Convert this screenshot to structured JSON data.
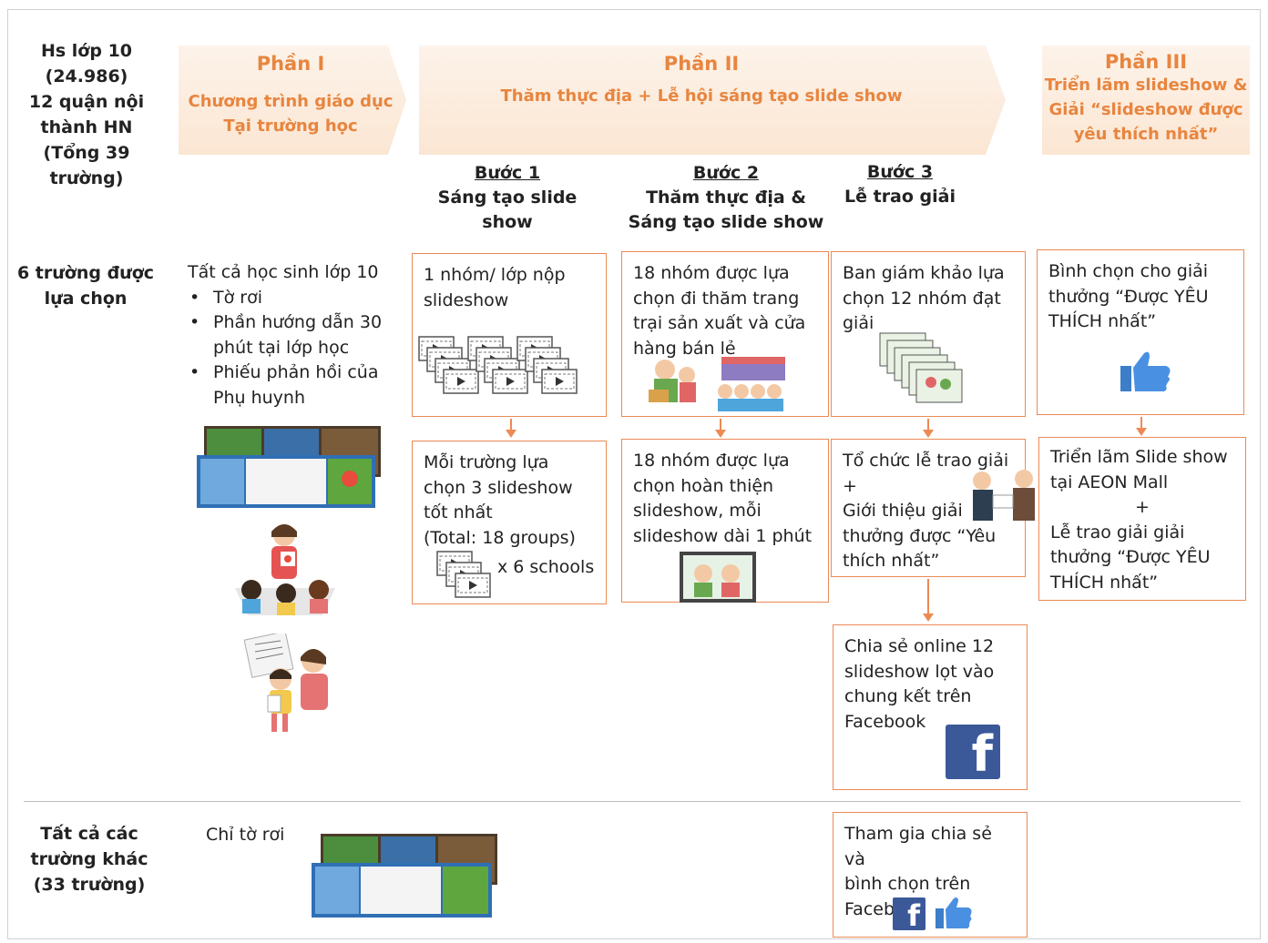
{
  "rows": {
    "top": [
      "Hs lớp 10",
      "(24.986)",
      "12 quận nội",
      "thành HN",
      "(Tổng 39 trường)"
    ],
    "middle": [
      "6 trường được",
      "lựa chọn"
    ],
    "bottom": [
      "Tất cả các",
      "trường khác",
      "(33 trường)"
    ]
  },
  "phases": {
    "p1": {
      "title": "Phần I",
      "sub": [
        "Chương trình giáo dục",
        "Tại trường học"
      ]
    },
    "p2": {
      "title": "Phần II",
      "sub": [
        "Thăm thực địa + Lễ hội sáng tạo slide show"
      ]
    },
    "p3": {
      "title": "Phần III",
      "sub": [
        "Triển lãm slideshow &",
        "Giải “slideshow được",
        "yêu thích nhất”"
      ]
    }
  },
  "steps": {
    "s1": {
      "label": "Bước 1",
      "desc": [
        "Sáng tạo slide show"
      ]
    },
    "s2": {
      "label": "Bước 2",
      "desc": [
        "Thăm thực địa &",
        "Sáng tạo slide show"
      ]
    },
    "s3": {
      "label": "Bước 3",
      "desc": [
        "Lễ trao giải"
      ]
    }
  },
  "schoolProgram": {
    "intro": "Tất cả học sinh lớp 10",
    "items": [
      "Tờ rơi",
      "Phần hướng dẫn 30 phút tại lớp học",
      "Phiếu phản hồi của Phụ huynh"
    ]
  },
  "boxes": {
    "b1a": [
      "1 nhóm/ lớp nộp",
      "slideshow"
    ],
    "b1b": [
      "Mỗi trường lựa",
      "chọn 3 slideshow",
      "tốt nhất",
      "(Total: 18 groups)"
    ],
    "b1b_mult": "x 6 schools",
    "b2a": [
      "18 nhóm được lựa",
      "chọn đi thăm trang",
      "trại sản xuất và cửa",
      "hàng bán lẻ"
    ],
    "b2b": [
      "18 nhóm được lựa",
      "chọn hoàn thiện",
      "slideshow, mỗi",
      "slideshow dài 1 phút"
    ],
    "b3a": [
      "Ban giám khảo lựa",
      "chọn 12 nhóm đạt",
      "giải"
    ],
    "b3b": [
      "Tổ chức lễ trao giải",
      "+",
      "Giới thiệu giải",
      "thưởng được “Yêu",
      "thích nhất”"
    ],
    "b3c": [
      "Chia sẻ online 12",
      "slideshow lọt vào",
      "chung kết trên",
      "Facebook"
    ],
    "b3d": [
      "Tham gia chia sẻ và",
      "bình chọn trên",
      "Facebook"
    ],
    "b4a": [
      "Bình chọn cho  giải",
      "thưởng “Được YÊU",
      "THÍCH nhất”"
    ],
    "b4b": [
      "Triển lãm Slide show",
      "tại AEON Mall",
      "+",
      "Lễ trao giải giải",
      "thưởng “Được YÊU",
      "THÍCH nhất”"
    ]
  },
  "bottomRow": {
    "flyer": "Chỉ tờ rơi"
  },
  "icons": {
    "facebook": "facebook-icon",
    "like": "thumbs-up-icon",
    "video": "video-slide-icon"
  },
  "colors": {
    "accent": "#ec8a55",
    "phaseText": "#e8853f",
    "facebook": "#3b5998",
    "like": "#4a90e2"
  }
}
